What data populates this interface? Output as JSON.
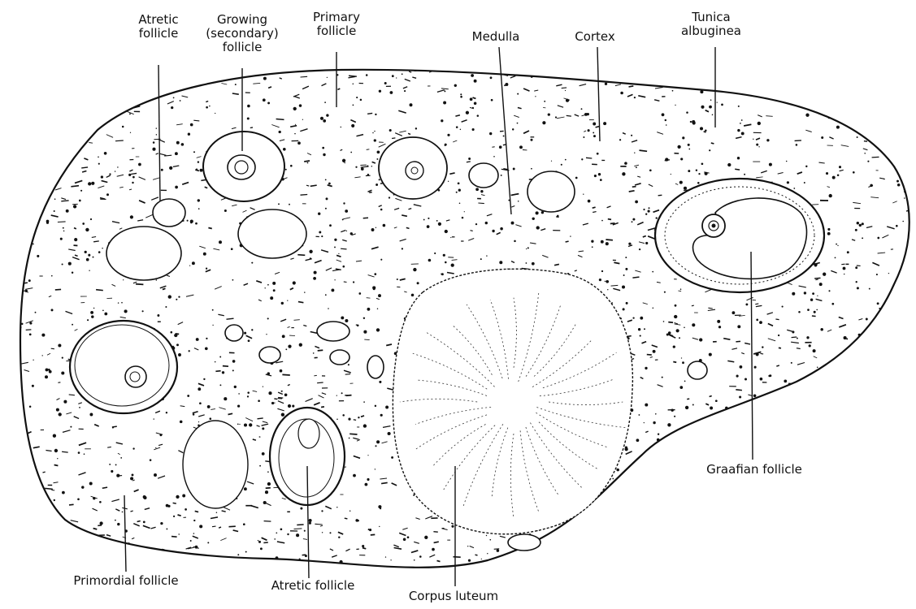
{
  "labels": {
    "atretic_top": [
      "Atretic",
      "follicle"
    ],
    "growing": [
      "Growing",
      "(secondary)",
      "follicle"
    ],
    "primary": [
      "Primary",
      "follicle"
    ],
    "medulla": "Medulla",
    "cortex": "Cortex",
    "tunica": [
      "Tunica",
      "albuginea"
    ],
    "graafian": "Graafian follicle",
    "primordial": "Primordial follicle",
    "atretic_bottom": "Atretic follicle",
    "corpus": "Corpus luteum"
  },
  "colors": {
    "ink": "#111111",
    "paper": "#ffffff"
  }
}
